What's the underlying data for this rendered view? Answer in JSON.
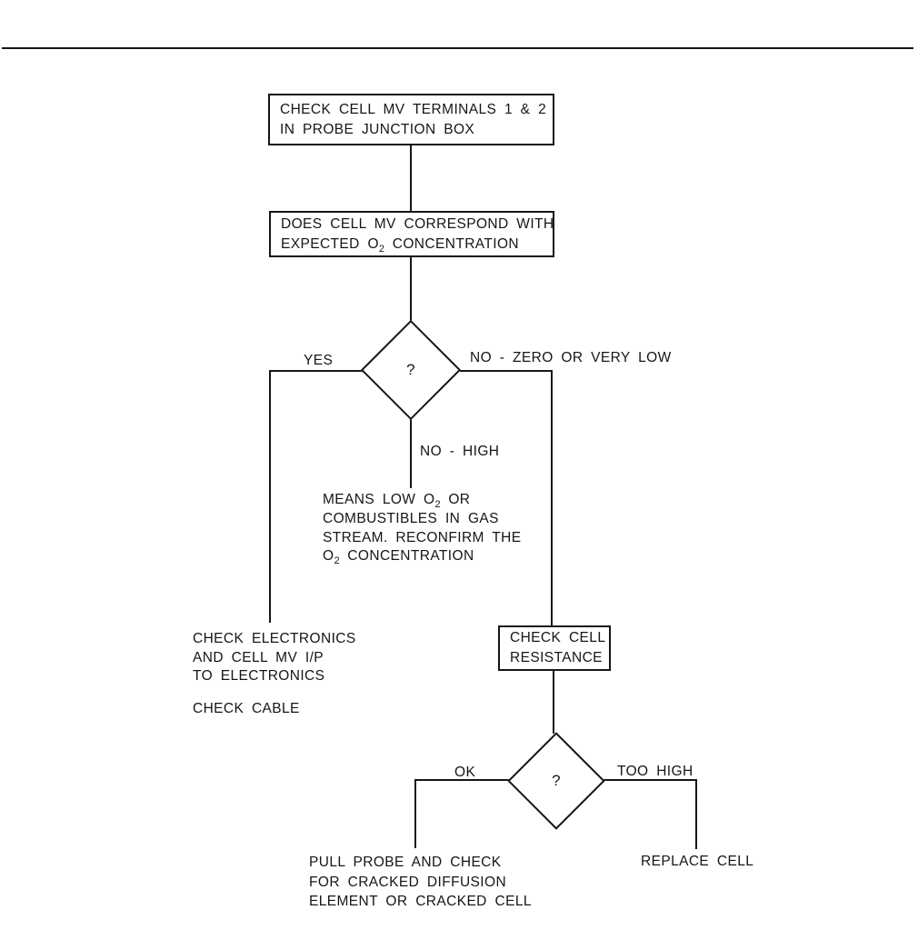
{
  "page": {
    "background_color": "#ffffff",
    "ink_color": "#161616"
  },
  "flowchart": {
    "box1": {
      "line1": "CHECK CELL MV TERMINALS 1 & 2",
      "line2": "IN PROBE JUNCTION BOX"
    },
    "box2": {
      "line1": "DOES CELL MV CORRESPOND WITH",
      "line2": {
        "pre": "EXPECTED O",
        "sub": "2",
        "post": " CONCENTRATION"
      }
    },
    "decision1": {
      "symbol": "?",
      "branch_yes": "YES",
      "branch_no_zero": "NO - ZERO OR VERY LOW",
      "branch_no_high": "NO - HIGH"
    },
    "no_high_note": {
      "line1": {
        "pre": "MEANS LOW O",
        "sub": "2",
        "post": " OR"
      },
      "line2": "COMBUSTIBLES IN GAS",
      "line3": "STREAM. RECONFIRM THE",
      "line4": {
        "pre": "O",
        "sub": "2",
        "post": " CONCENTRATION"
      }
    },
    "yes_outcome": {
      "line1": "CHECK ELECTRONICS",
      "line2": "AND CELL MV I/P",
      "line3": "TO ELECTRONICS",
      "line4": "CHECK CABLE"
    },
    "box3": {
      "line1": "CHECK CELL",
      "line2": "RESISTANCE"
    },
    "decision2": {
      "symbol": "?",
      "branch_ok": "OK",
      "branch_too_high": "TOO HIGH"
    },
    "ok_outcome": {
      "line1": "PULL PROBE AND CHECK",
      "line2": "FOR CRACKED DIFFUSION",
      "line3": "ELEMENT OR CRACKED CELL"
    },
    "too_high_outcome": {
      "label": "REPLACE CELL"
    }
  }
}
